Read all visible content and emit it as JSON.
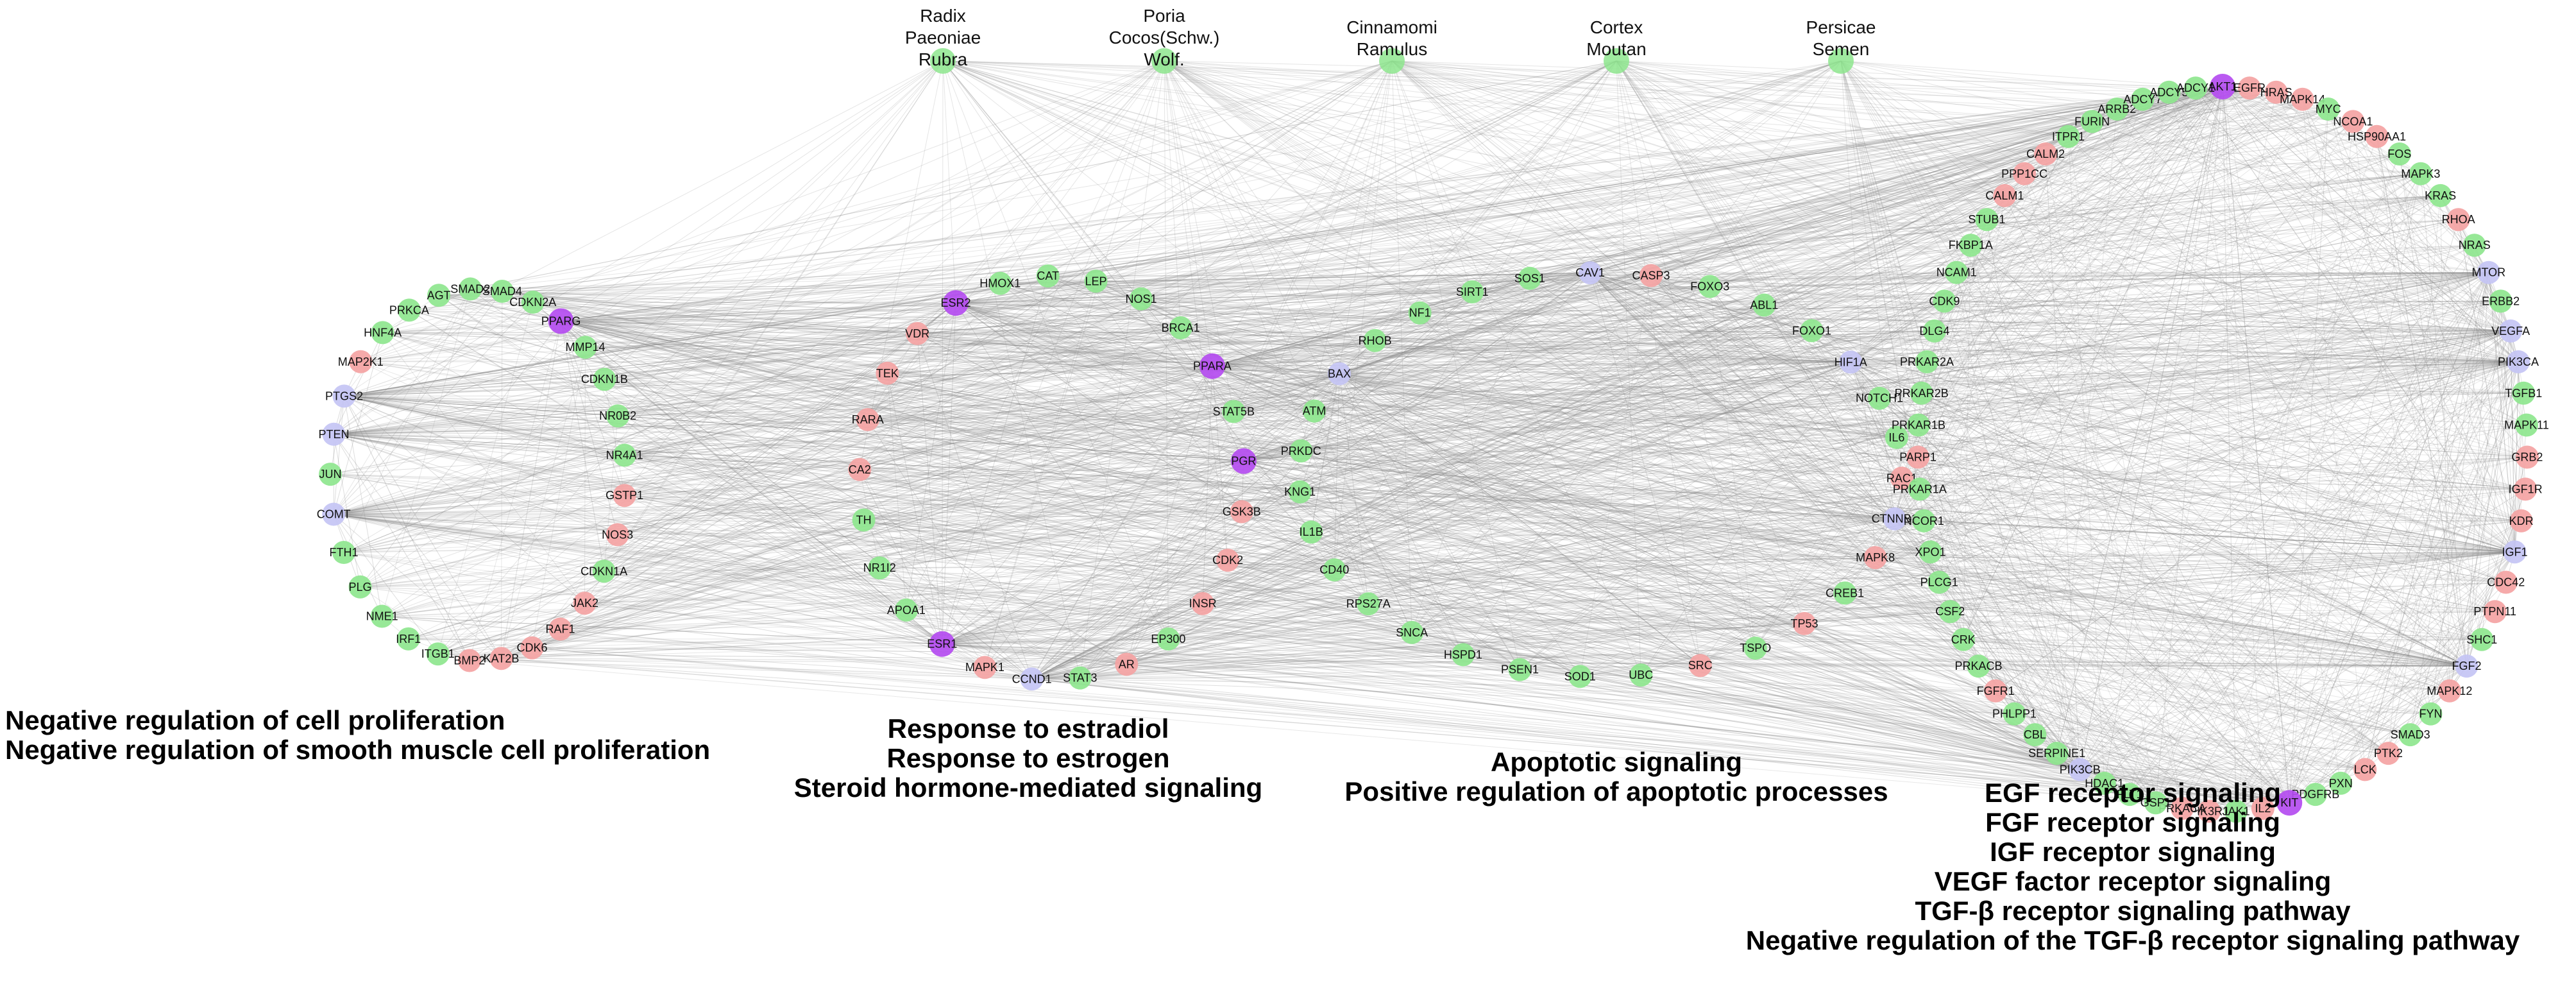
{
  "colors": {
    "green": "#8ee68e",
    "red": "#f4a3a3",
    "lavender": "#c4c4f4",
    "purple": "#b44cf0",
    "edge": "#8a8a8a",
    "herb_node": "#8ee68e"
  },
  "herbs": [
    {
      "id": "radix",
      "lines": [
        "Radix",
        "Paeoniae",
        "Rubra"
      ]
    },
    {
      "id": "poria",
      "lines": [
        "Poria",
        "Cocos(Schw.)",
        "Wolf."
      ]
    },
    {
      "id": "cinnamomi",
      "lines": [
        "Cinnamomi",
        "Ramulus"
      ]
    },
    {
      "id": "cortex",
      "lines": [
        "Cortex",
        "Moutan"
      ]
    },
    {
      "id": "persicae",
      "lines": [
        "Persicae",
        "Semen"
      ]
    }
  ],
  "clusters": [
    {
      "id": "c1",
      "nodes": [
        {
          "label": "PTGS2",
          "color": "lavender"
        },
        {
          "label": "MAP2K1",
          "color": "red"
        },
        {
          "label": "HNF4A",
          "color": "green"
        },
        {
          "label": "PRKCA",
          "color": "green"
        },
        {
          "label": "AGT",
          "color": "green"
        },
        {
          "label": "SMAD2",
          "color": "green"
        },
        {
          "label": "SMAD4",
          "color": "green"
        },
        {
          "label": "CDKN2A",
          "color": "green"
        },
        {
          "label": "PPARG",
          "color": "purple"
        },
        {
          "label": "MMP14",
          "color": "green"
        },
        {
          "label": "CDKN1B",
          "color": "green"
        },
        {
          "label": "NR0B2",
          "color": "green"
        },
        {
          "label": "NR4A1",
          "color": "green"
        },
        {
          "label": "GSTP1",
          "color": "red"
        },
        {
          "label": "NOS3",
          "color": "red"
        },
        {
          "label": "CDKN1A",
          "color": "green"
        },
        {
          "label": "JAK2",
          "color": "red"
        },
        {
          "label": "RAF1",
          "color": "red"
        },
        {
          "label": "CDK6",
          "color": "red"
        },
        {
          "label": "KAT2B",
          "color": "red"
        },
        {
          "label": "BMP2",
          "color": "red"
        },
        {
          "label": "ITGB1",
          "color": "green"
        },
        {
          "label": "IRF1",
          "color": "green"
        },
        {
          "label": "NME1",
          "color": "green"
        },
        {
          "label": "PLG",
          "color": "green"
        },
        {
          "label": "FTH1",
          "color": "green"
        },
        {
          "label": "COMT",
          "color": "lavender"
        },
        {
          "label": "JUN",
          "color": "green"
        },
        {
          "label": "PTEN",
          "color": "lavender"
        }
      ]
    },
    {
      "id": "c2",
      "nodes": [
        {
          "label": "ESR2",
          "color": "purple"
        },
        {
          "label": "HMOX1",
          "color": "green"
        },
        {
          "label": "CAT",
          "color": "green"
        },
        {
          "label": "LEP",
          "color": "green"
        },
        {
          "label": "NOS1",
          "color": "green"
        },
        {
          "label": "BRCA1",
          "color": "green"
        },
        {
          "label": "PPARA",
          "color": "purple"
        },
        {
          "label": "STAT5B",
          "color": "green"
        },
        {
          "label": "PGR",
          "color": "purple"
        },
        {
          "label": "GSK3B",
          "color": "red"
        },
        {
          "label": "CDK2",
          "color": "red"
        },
        {
          "label": "INSR",
          "color": "red"
        },
        {
          "label": "EP300",
          "color": "green"
        },
        {
          "label": "AR",
          "color": "red"
        },
        {
          "label": "STAT3",
          "color": "green"
        },
        {
          "label": "CCND1",
          "color": "lavender"
        },
        {
          "label": "MAPK1",
          "color": "red"
        },
        {
          "label": "ESR1",
          "color": "purple"
        },
        {
          "label": "APOA1",
          "color": "green"
        },
        {
          "label": "NR1I2",
          "color": "green"
        },
        {
          "label": "TH",
          "color": "green"
        },
        {
          "label": "CA2",
          "color": "red"
        },
        {
          "label": "RARA",
          "color": "red"
        },
        {
          "label": "TEK",
          "color": "red"
        },
        {
          "label": "VDR",
          "color": "red"
        }
      ]
    },
    {
      "id": "c3",
      "nodes": [
        {
          "label": "BAX",
          "color": "lavender"
        },
        {
          "label": "RHOB",
          "color": "green"
        },
        {
          "label": "NF1",
          "color": "green"
        },
        {
          "label": "SIRT1",
          "color": "green"
        },
        {
          "label": "SOS1",
          "color": "green"
        },
        {
          "label": "CAV1",
          "color": "lavender"
        },
        {
          "label": "CASP3",
          "color": "red"
        },
        {
          "label": "FOXO3",
          "color": "green"
        },
        {
          "label": "ABL1",
          "color": "green"
        },
        {
          "label": "FOXO1",
          "color": "green"
        },
        {
          "label": "HIF1A",
          "color": "lavender"
        },
        {
          "label": "NOTCH1",
          "color": "green"
        },
        {
          "label": "IL6",
          "color": "green"
        },
        {
          "label": "RAC1",
          "color": "red"
        },
        {
          "label": "CTNNB1",
          "color": "lavender"
        },
        {
          "label": "MAPK8",
          "color": "red"
        },
        {
          "label": "CREB1",
          "color": "green"
        },
        {
          "label": "TP53",
          "color": "red"
        },
        {
          "label": "TSPO",
          "color": "green"
        },
        {
          "label": "SRC",
          "color": "red"
        },
        {
          "label": "UBC",
          "color": "green"
        },
        {
          "label": "SOD1",
          "color": "green"
        },
        {
          "label": "PSEN1",
          "color": "green"
        },
        {
          "label": "HSPD1",
          "color": "green"
        },
        {
          "label": "SNCA",
          "color": "green"
        },
        {
          "label": "RPS27A",
          "color": "green"
        },
        {
          "label": "CD40",
          "color": "green"
        },
        {
          "label": "IL1B",
          "color": "green"
        },
        {
          "label": "KNG1",
          "color": "green"
        },
        {
          "label": "PRKDC",
          "color": "green"
        },
        {
          "label": "ATM",
          "color": "green"
        }
      ]
    },
    {
      "id": "c4",
      "nodes": [
        {
          "label": "AKT1",
          "color": "purple"
        },
        {
          "label": "EGFR",
          "color": "red"
        },
        {
          "label": "HRAS",
          "color": "red"
        },
        {
          "label": "MAPK14",
          "color": "red"
        },
        {
          "label": "MYC",
          "color": "green"
        },
        {
          "label": "NCOA1",
          "color": "red"
        },
        {
          "label": "HSP90AA1",
          "color": "red"
        },
        {
          "label": "FOS",
          "color": "green"
        },
        {
          "label": "MAPK3",
          "color": "green"
        },
        {
          "label": "KRAS",
          "color": "green"
        },
        {
          "label": "RHOA",
          "color": "red"
        },
        {
          "label": "NRAS",
          "color": "green"
        },
        {
          "label": "MTOR",
          "color": "lavender"
        },
        {
          "label": "ERBB2",
          "color": "green"
        },
        {
          "label": "VEGFA",
          "color": "lavender"
        },
        {
          "label": "PIK3CA",
          "color": "lavender"
        },
        {
          "label": "TGFB1",
          "color": "green"
        },
        {
          "label": "MAPK11",
          "color": "green"
        },
        {
          "label": "GRB2",
          "color": "red"
        },
        {
          "label": "IGF1R",
          "color": "red"
        },
        {
          "label": "KDR",
          "color": "red"
        },
        {
          "label": "IGF1",
          "color": "lavender"
        },
        {
          "label": "CDC42",
          "color": "red"
        },
        {
          "label": "PTPN11",
          "color": "red"
        },
        {
          "label": "SHC1",
          "color": "green"
        },
        {
          "label": "FGF2",
          "color": "lavender"
        },
        {
          "label": "MAPK12",
          "color": "red"
        },
        {
          "label": "FYN",
          "color": "green"
        },
        {
          "label": "SMAD3",
          "color": "green"
        },
        {
          "label": "PTK2",
          "color": "red"
        },
        {
          "label": "LCK",
          "color": "red"
        },
        {
          "label": "PXN",
          "color": "green"
        },
        {
          "label": "PDGFRB",
          "color": "green"
        },
        {
          "label": "KIT",
          "color": "purple"
        },
        {
          "label": "IL2",
          "color": "red"
        },
        {
          "label": "JAK1",
          "color": "green"
        },
        {
          "label": "PIK3R1",
          "color": "red"
        },
        {
          "label": "PRKACA",
          "color": "red"
        },
        {
          "label": "GSP1",
          "color": "green"
        },
        {
          "label": "FLT1",
          "color": "green"
        },
        {
          "label": "HDAC1",
          "color": "green"
        },
        {
          "label": "PIK3CB",
          "color": "lavender"
        },
        {
          "label": "SERPINE1",
          "color": "green"
        },
        {
          "label": "CBL",
          "color": "green"
        },
        {
          "label": "PHLPP1",
          "color": "green"
        },
        {
          "label": "FGFR1",
          "color": "red"
        },
        {
          "label": "PRKACB",
          "color": "green"
        },
        {
          "label": "CRK",
          "color": "green"
        },
        {
          "label": "CSF2",
          "color": "green"
        },
        {
          "label": "PLCG1",
          "color": "green"
        },
        {
          "label": "XPO1",
          "color": "green"
        },
        {
          "label": "NCOR1",
          "color": "green"
        },
        {
          "label": "PRKAR1A",
          "color": "green"
        },
        {
          "label": "PARP1",
          "color": "red"
        },
        {
          "label": "PRKAR1B",
          "color": "green"
        },
        {
          "label": "PRKAR2B",
          "color": "green"
        },
        {
          "label": "PRKAR2A",
          "color": "green"
        },
        {
          "label": "DLG4",
          "color": "green"
        },
        {
          "label": "CDK9",
          "color": "green"
        },
        {
          "label": "NCAM1",
          "color": "green"
        },
        {
          "label": "FKBP1A",
          "color": "green"
        },
        {
          "label": "STUB1",
          "color": "green"
        },
        {
          "label": "CALM1",
          "color": "red"
        },
        {
          "label": "PPP1CC",
          "color": "red"
        },
        {
          "label": "CALM2",
          "color": "red"
        },
        {
          "label": "ITPR1",
          "color": "green"
        },
        {
          "label": "FURIN",
          "color": "green"
        },
        {
          "label": "ARRB2",
          "color": "green"
        },
        {
          "label": "ADCY7",
          "color": "green"
        },
        {
          "label": "ADCY5",
          "color": "green"
        },
        {
          "label": "ADCY1",
          "color": "green"
        }
      ]
    }
  ],
  "captions": {
    "c1": [
      "Negative regulation of cell proliferation",
      "Negative regulation of smooth muscle cell proliferation"
    ],
    "c2": [
      "Response to estradiol",
      "Response to estrogen",
      "Steroid hormone-mediated signaling"
    ],
    "c3": [
      "Apoptotic signaling",
      "Positive regulation of apoptotic processes"
    ],
    "c4": [
      "EGF receptor signaling",
      "FGF receptor signaling",
      "IGF receptor signaling",
      "VEGF factor receptor signaling",
      "TGF-β receptor signaling pathway",
      "Negative regulation of the TGF-β receptor signaling pathway"
    ]
  }
}
